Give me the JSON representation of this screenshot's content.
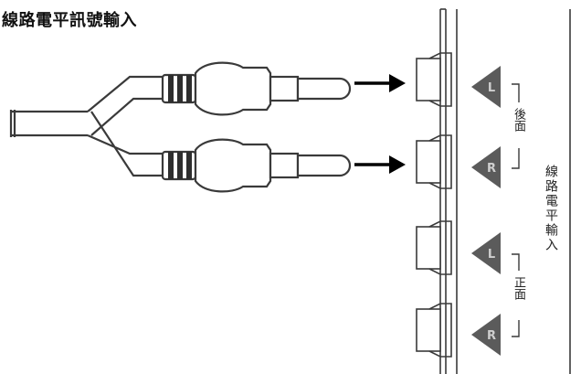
{
  "title": "線路電平訊號輸入",
  "panel": {
    "side_label": "線路電平輸入",
    "groups": [
      {
        "label": "後面",
        "jacks": [
          {
            "channel": "L"
          },
          {
            "channel": "R"
          }
        ]
      },
      {
        "label": "正面",
        "jacks": [
          {
            "channel": "L"
          },
          {
            "channel": "R"
          }
        ]
      }
    ]
  },
  "cable": {
    "plugs": [
      {
        "connects_to": "後面 L"
      },
      {
        "connects_to": "後面 R"
      }
    ]
  },
  "colors": {
    "line": "#3a3a3a",
    "plug_fill": "#ffffff",
    "band_fill": "#2e2e2e",
    "triangle_fill": "#5b5b5b",
    "triangle_text": "#cfcfcf",
    "arrow": "#000000"
  }
}
